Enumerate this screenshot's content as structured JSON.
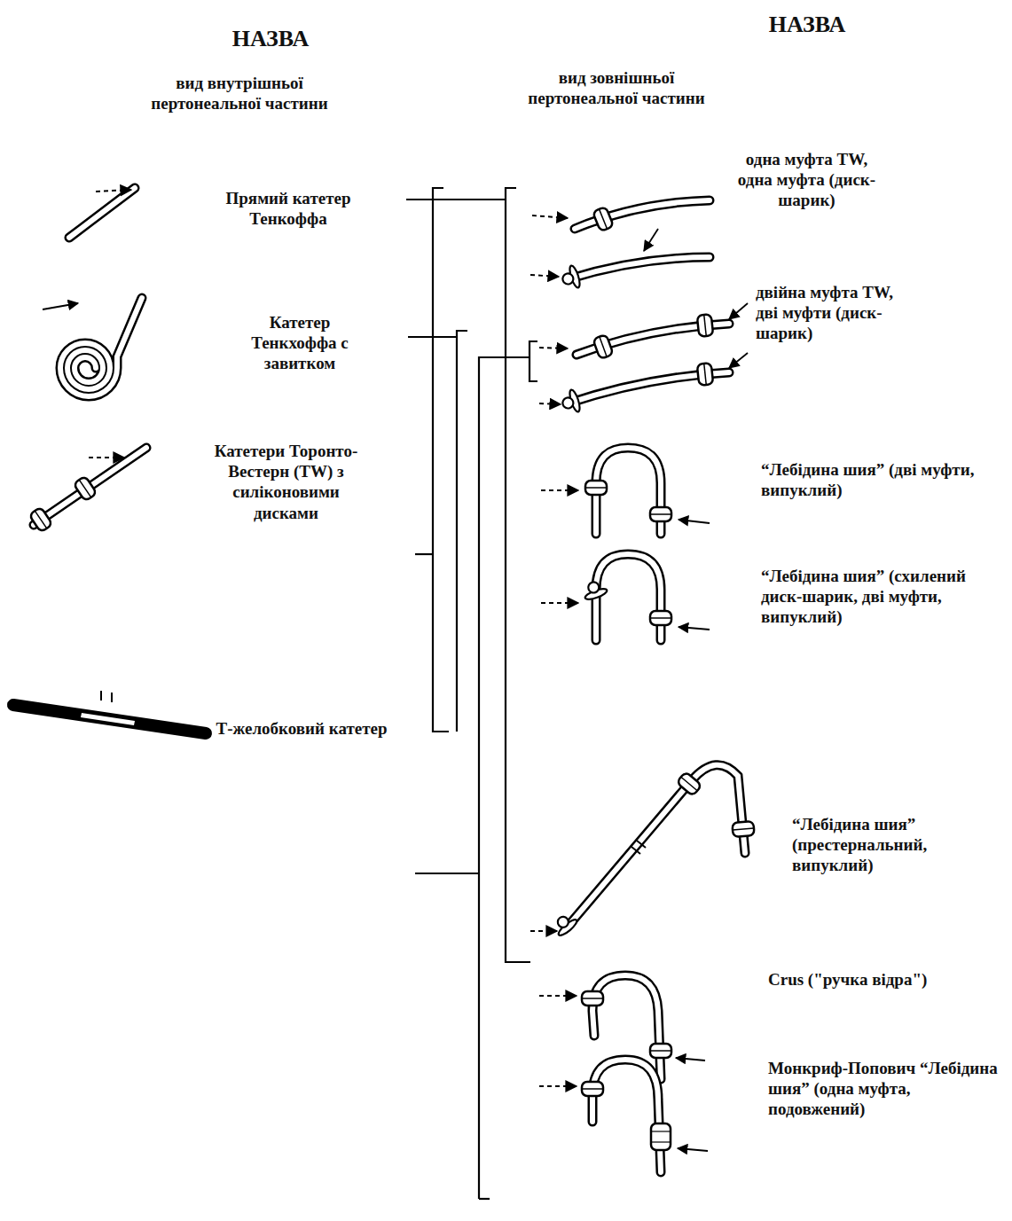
{
  "diagram": {
    "labels": [
      "НАЗВА",
      "вид внутрішньої пертонеальної частини",
      "НАЗВА",
      "вид зовнішньої пертонеальної частини",
      "Прямий катетер Тенкоффа",
      "Катетер Тенкхоффа с завитком",
      "Катетери Торонто-Вестерн (TW) з силіконовими дисками",
      "Т-желобковий катетер",
      "одна муфта TW, одна муфта (диск-шарик)",
      "двійна муфта TW, дві муфти (диск-шарик)",
      "“Лебідина шия” (дві муфти, випуклий)",
      "“Лебідина шия” (схилений диск-шарик, дві муфти, випуклий)",
      "“Лебідина шия” (престернальний, випуклий)",
      "Crus (\"ручка відра\")",
      "Монкриф-Попович “Лебідина шия” (одна муфта, подовжений)"
    ]
  }
}
